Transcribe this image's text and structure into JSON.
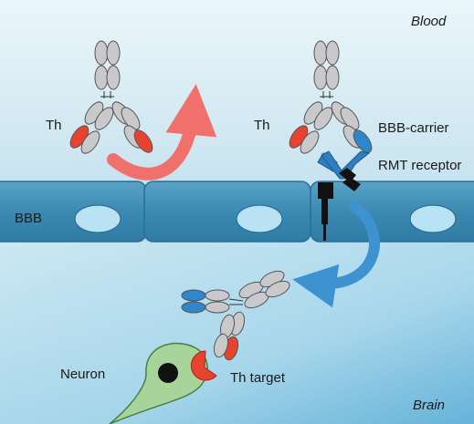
{
  "regions": {
    "top": "Blood",
    "bottom": "Brain",
    "barrier": "BBB"
  },
  "labels": {
    "th_left": "Th",
    "th_right": "Th",
    "carrier": "BBB-carrier",
    "receptor": "RMT receptor",
    "neuron": "Neuron",
    "target": "Th target"
  },
  "colors": {
    "background_top": "#d7edf5",
    "barrier_cell": "#3b8ab2",
    "nucleus": "#b9e2f4",
    "antibody_gray": "#c9c9cb",
    "therapeutic_red": "#e8432e",
    "carrier_blue": "#2f86c8",
    "arrow_red": "#f0706b",
    "arrow_blue": "#3d92cf",
    "neuron_green": "#a6d49a"
  }
}
